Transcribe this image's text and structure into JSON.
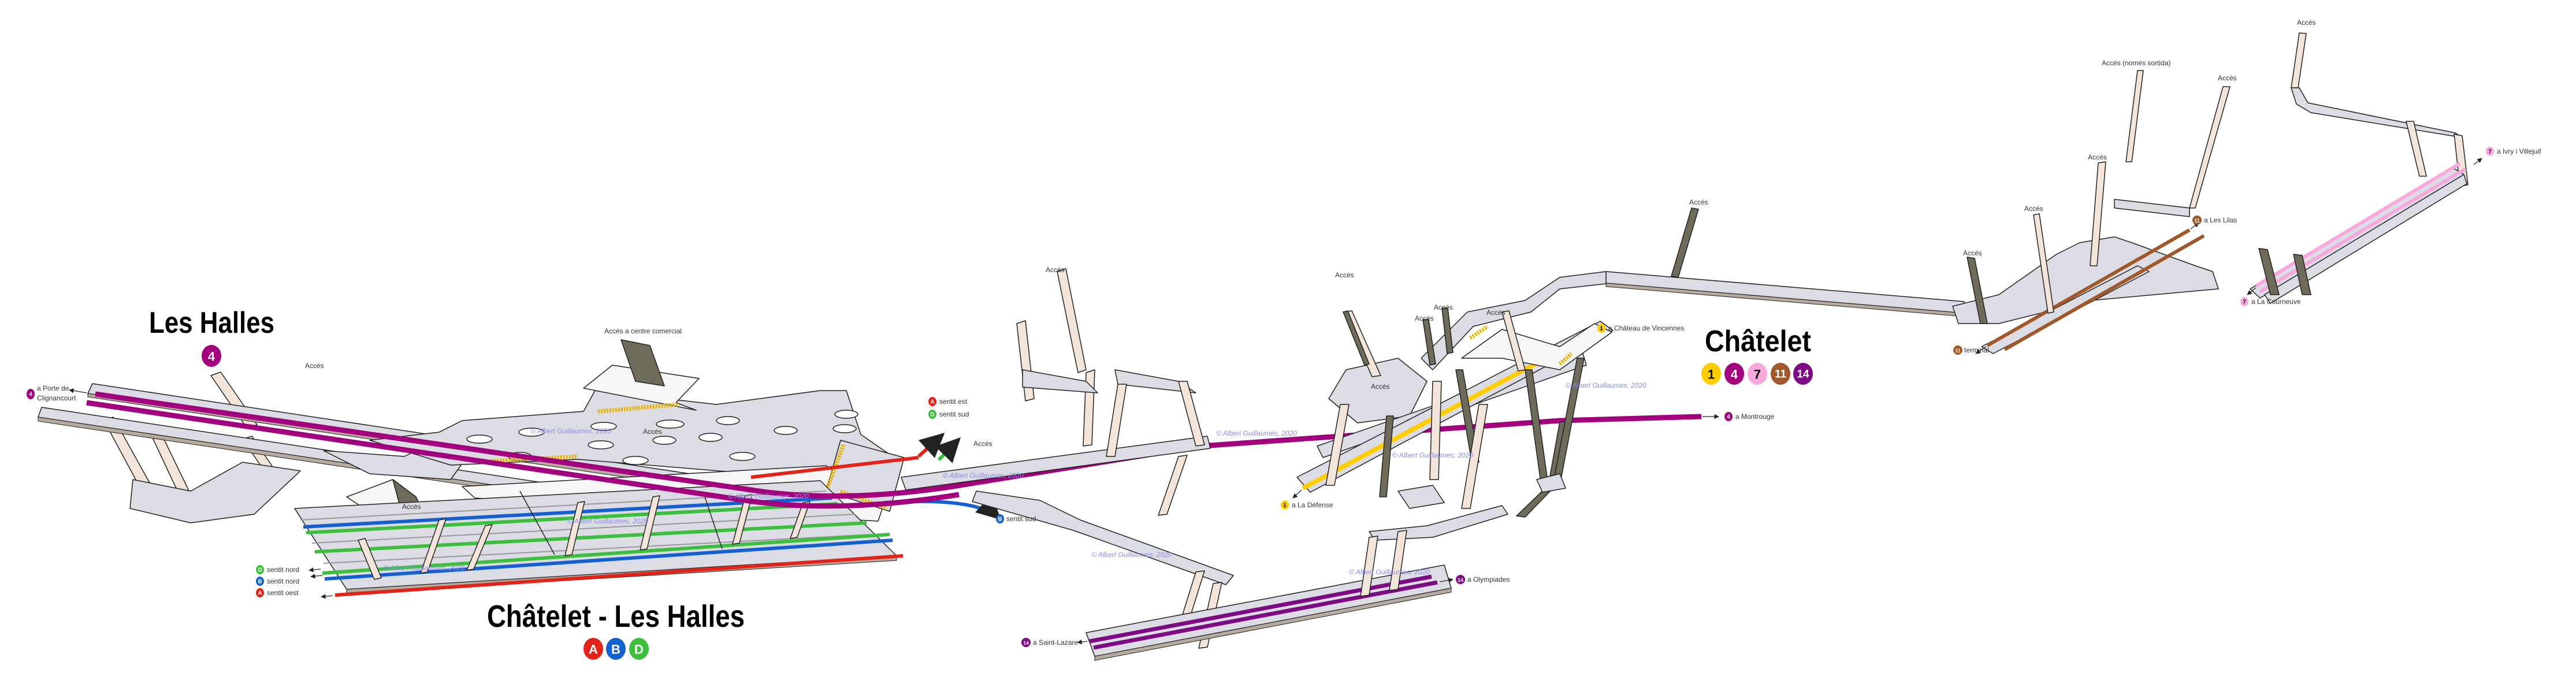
{
  "stations": {
    "les_halles": {
      "name": "Les Halles",
      "lines": [
        "4"
      ]
    },
    "chatelet_les_halles": {
      "name": "Châtelet - Les Halles",
      "lines": [
        "A",
        "B",
        "D"
      ]
    },
    "chatelet": {
      "name": "Châtelet",
      "lines": [
        "1",
        "4",
        "7",
        "11",
        "14"
      ]
    }
  },
  "line_colors": {
    "1": "#FFCD00",
    "4": "#A3007D",
    "7": "#F9A8DE",
    "11": "#A0582B",
    "14": "#7D0A83",
    "A": "#E2231A",
    "B": "#1560D0",
    "D": "#3CBF3C"
  },
  "directions": [
    {
      "line": "4",
      "text": "a Porte de",
      "text2": "Clignancourt"
    },
    {
      "line": "D",
      "text": "sentit nord"
    },
    {
      "line": "B",
      "text": "sentit nord"
    },
    {
      "line": "A",
      "text": "sentit oest"
    },
    {
      "line": "A",
      "text": "sentit est"
    },
    {
      "line": "D",
      "text": "sentit sud"
    },
    {
      "line": "B",
      "text": "sentit sud"
    },
    {
      "line": "1",
      "text": "a La Défense"
    },
    {
      "line": "1",
      "text": "a Château de Vincennes"
    },
    {
      "line": "4",
      "text": "a Montrouge"
    },
    {
      "line": "14",
      "text": "a Olympiades"
    },
    {
      "line": "14",
      "text": "a Saint-Lazare"
    },
    {
      "line": "11",
      "text": "terminal"
    },
    {
      "line": "11",
      "text": "a Les Lilas"
    },
    {
      "line": "7",
      "text": "a Ivry i Villejuif"
    },
    {
      "line": "7",
      "text": "a La Courneuve"
    }
  ],
  "access_labels": {
    "generic": "Accés",
    "commercial": "Accés a centre comercial",
    "exit_only": "Accés (només sortida)"
  },
  "watermark": "© Albert Guillaumes, 2020"
}
